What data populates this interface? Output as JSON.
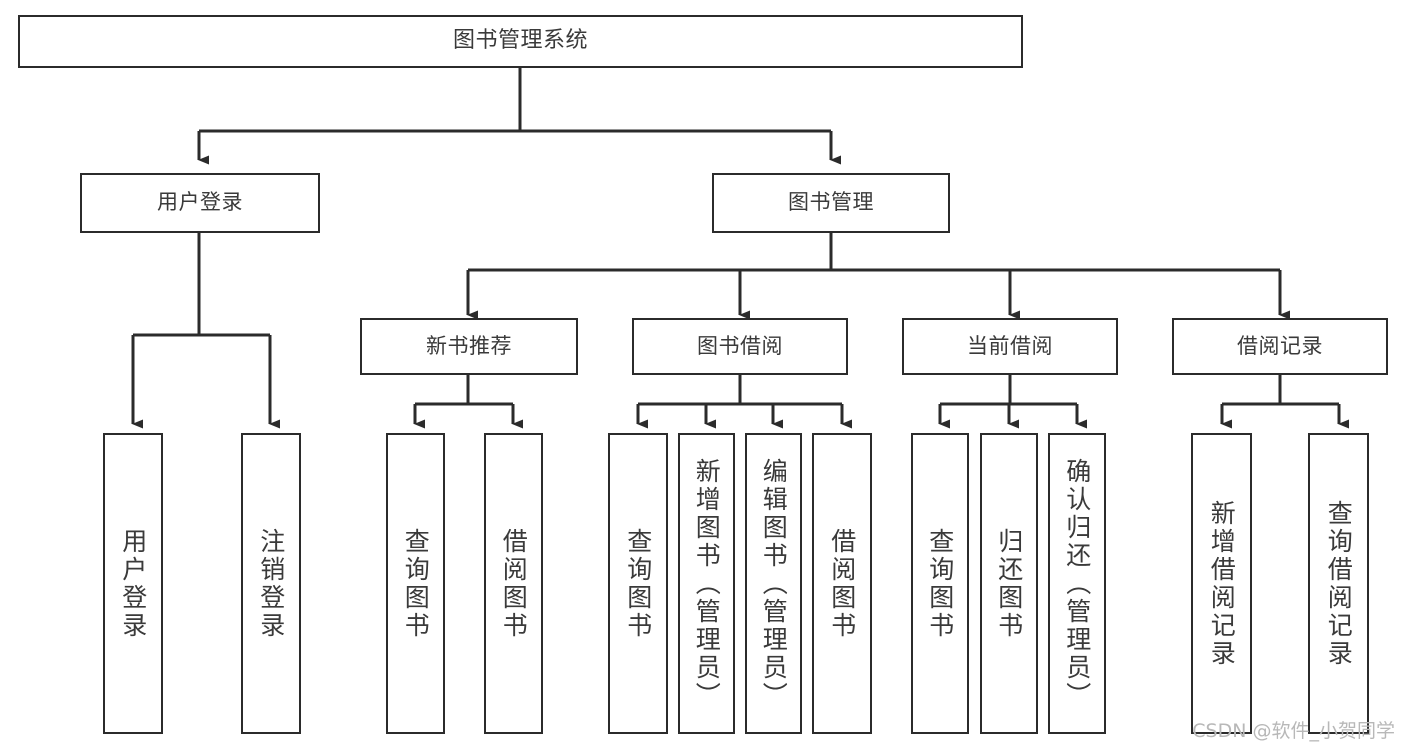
{
  "diagram": {
    "type": "hierarchy-tree",
    "title": "图书管理系统",
    "watermark": "CSDN @软件_小贺同学",
    "stroke_color": "#2b2b2b",
    "text_color": "#3a3a3a",
    "background_color": "#ffffff",
    "nodes": {
      "root": {
        "label": "图书管理系统"
      },
      "level1": [
        {
          "id": "user-login",
          "label": "用户登录"
        },
        {
          "id": "book-management",
          "label": "图书管理"
        }
      ],
      "level2": [
        {
          "id": "new-book-recommend",
          "label": "新书推荐"
        },
        {
          "id": "book-borrow",
          "label": "图书借阅"
        },
        {
          "id": "current-borrow",
          "label": "当前借阅"
        },
        {
          "id": "borrow-record",
          "label": "借阅记录"
        }
      ],
      "leaves": {
        "user-login": [
          {
            "id": "leaf-user-login",
            "label": "用户登录"
          },
          {
            "id": "leaf-logout-login",
            "label": "注销登录"
          }
        ],
        "new-book-recommend": [
          {
            "id": "leaf-query-book-1",
            "label": "查询图书"
          },
          {
            "id": "leaf-borrow-book-1",
            "label": "借阅图书"
          }
        ],
        "book-borrow": [
          {
            "id": "leaf-query-book-2",
            "label": "查询图书"
          },
          {
            "id": "leaf-add-book",
            "label": "新增图书（管理员）"
          },
          {
            "id": "leaf-edit-book",
            "label": "编辑图书（管理员）"
          },
          {
            "id": "leaf-borrow-book-2",
            "label": "借阅图书"
          }
        ],
        "current-borrow": [
          {
            "id": "leaf-query-book-3",
            "label": "查询图书"
          },
          {
            "id": "leaf-return-book",
            "label": "归还图书"
          },
          {
            "id": "leaf-confirm-return",
            "label": "确认归还（管理员）"
          }
        ],
        "borrow-record": [
          {
            "id": "leaf-add-record",
            "label": "新增借阅记录"
          },
          {
            "id": "leaf-query-record",
            "label": "查询借阅记录"
          }
        ]
      }
    }
  }
}
